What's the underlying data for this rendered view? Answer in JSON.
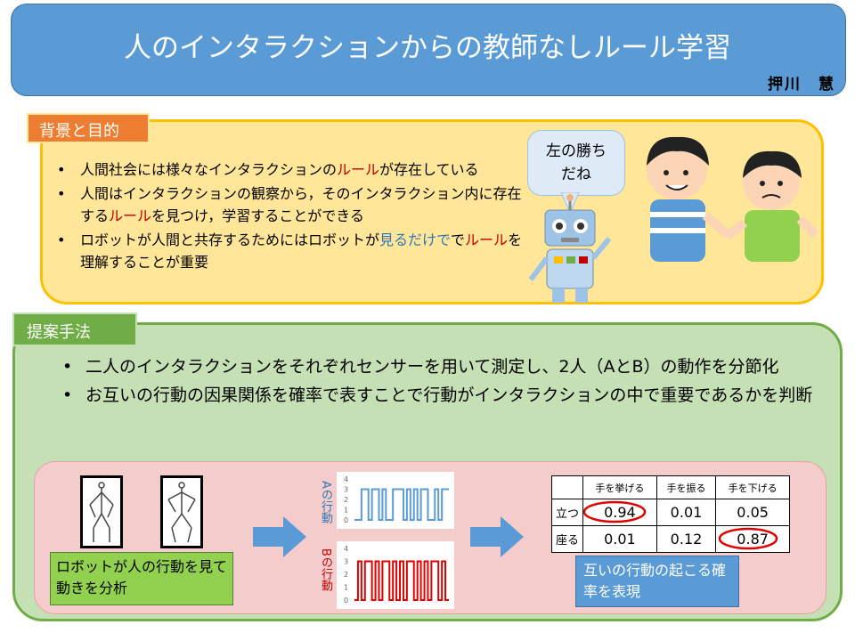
{
  "title": "人のインタラクションからの教師なしルール学習",
  "author": "押川　慧",
  "background": {
    "tag": "背景と目的",
    "bullets": [
      {
        "parts": [
          {
            "t": "人間社会には様々なインタラクションの"
          },
          {
            "t": "ルール",
            "c": "red"
          },
          {
            "t": "が存在している"
          }
        ]
      },
      {
        "parts": [
          {
            "t": "人間はインタラクションの観察から，そのインタラクション内に存在する"
          },
          {
            "t": "ルール",
            "c": "red"
          },
          {
            "t": "を見つけ，学習することができる"
          }
        ]
      },
      {
        "parts": [
          {
            "t": "ロボットが人間と共存するためにはロボットが"
          },
          {
            "t": "見るだけで",
            "c": "blue"
          },
          {
            "t": "で"
          },
          {
            "t": "ルール",
            "c": "red"
          },
          {
            "t": "を理解することが重要"
          }
        ]
      }
    ],
    "bubble": "左の勝ち\nだね"
  },
  "method": {
    "tag": "提案手法",
    "bullets": [
      "二人のインタラクションをそれぞれセンサーを用いて測定し、2人（AとB）の動作を分節化",
      "お互いの行動の因果関係を確率で表すことで行動がインタラクションの中で重要であるかを判断"
    ],
    "robot_label": "ロボットが人の行動を見て動きを分析",
    "chart_a": {
      "label": "Aの行動",
      "ticks": [
        "4",
        "3",
        "2",
        "1",
        "0"
      ],
      "color": "#5b9bd5"
    },
    "chart_b": {
      "label": "Bの行動",
      "ticks": [
        "4",
        "3",
        "2",
        "1",
        "0"
      ],
      "color": "#e00000"
    },
    "table": {
      "columns": [
        "手を挙げる",
        "手を振る",
        "手を下げる"
      ],
      "rows": [
        {
          "label": "立つ",
          "values": [
            "0.94",
            "0.01",
            "0.05"
          ]
        },
        {
          "label": "座る",
          "values": [
            "0.01",
            "0.12",
            "0.87"
          ]
        }
      ]
    },
    "result_label": "互いの行動の起こる確率を表現"
  }
}
